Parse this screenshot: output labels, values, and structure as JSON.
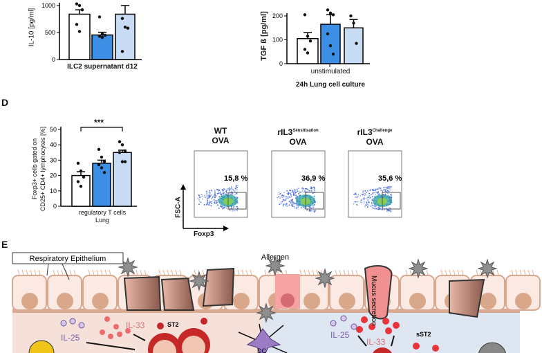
{
  "chart_data": [
    {
      "id": "il10",
      "type": "bar",
      "ylabel": "IL-10 [pg/ml]",
      "xlabel": "ILC2 supernatant d12",
      "ylim": [
        0,
        1000
      ],
      "yticks": [
        "0",
        "500",
        "1000"
      ],
      "categories": [
        "group1",
        "group2",
        "group3"
      ],
      "colors": [
        "#ffffff",
        "#3d8fe6",
        "#c9dcf5"
      ],
      "values": [
        840,
        455,
        840
      ],
      "errors": [
        80,
        50,
        160
      ],
      "points": [
        [
          1030,
          1000,
          920,
          650,
          520
        ],
        [
          790,
          470,
          450,
          430,
          410
        ],
        [
          760,
          600,
          580,
          150
        ]
      ]
    },
    {
      "id": "tgfb",
      "type": "bar",
      "ylabel": "TGF ß [pg/ml]",
      "xlabel": "unstimulated",
      "subtitle": "24h Lung cell culture",
      "ylim": [
        0,
        200
      ],
      "yticks": [
        "0",
        "100",
        "200"
      ],
      "categories": [
        "group1",
        "group2",
        "group3"
      ],
      "colors": [
        "#ffffff",
        "#3d8fe6",
        "#c9dcf5"
      ],
      "values": [
        105,
        165,
        150
      ],
      "errors": [
        25,
        40,
        35
      ],
      "points": [
        [
          205,
          115,
          95,
          60,
          45
        ],
        [
          225,
          212,
          205,
          125,
          75,
          40
        ],
        [
          200,
          170,
          85
        ]
      ]
    },
    {
      "id": "foxp3",
      "type": "bar",
      "ylabel_lines": [
        "Foxp3+ cells gated on",
        "CD25+ CD4+ lymphocytes [%]"
      ],
      "xlabel": "regulatory T cells",
      "subtitle": "Lung",
      "ylim": [
        0,
        50
      ],
      "yticks": [
        "0",
        "10",
        "20",
        "30",
        "40",
        "50"
      ],
      "significance": "***",
      "categories": [
        "group1",
        "group2",
        "group3"
      ],
      "colors": [
        "#ffffff",
        "#3d8fe6",
        "#c9dcf5"
      ],
      "values": [
        20,
        28,
        35
      ],
      "errors": [
        2.5,
        2,
        1.5
      ],
      "points": [
        [
          28,
          23,
          19,
          16,
          13
        ],
        [
          37,
          32,
          29,
          27,
          25,
          22
        ],
        [
          42,
          40,
          36,
          35,
          29,
          29
        ]
      ]
    }
  ],
  "panels": {
    "d": "D",
    "e": "E"
  },
  "flow": {
    "y_axis": "FSC-A",
    "x_axis": "Foxp3",
    "plots": [
      {
        "title": "WT",
        "superscript": "",
        "subtitle": "OVA",
        "percent": "15,8 %"
      },
      {
        "title": "rIL3",
        "superscript": "Sensitisation",
        "subtitle": "OVA",
        "percent": "36,9 %"
      },
      {
        "title": "rIL3",
        "superscript": "Challenge",
        "subtitle": "OVA",
        "percent": "35,6 %"
      }
    ]
  },
  "diagram": {
    "epithelium_label": "Respiratory Epithelium",
    "allergen": "Allergen",
    "mucus": "Mucus secretion",
    "il25_left": "IL-25",
    "il33_left": "IL-33",
    "st2": "ST2",
    "dc": "DC",
    "il25_right": "IL-25",
    "il33_right": "IL-33",
    "sst2": "sST2"
  }
}
